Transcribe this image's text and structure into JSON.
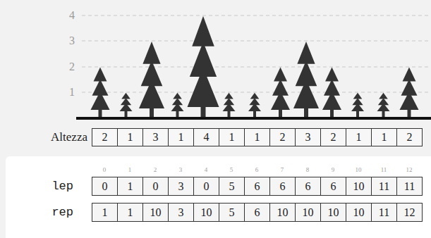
{
  "diagram": {
    "labels": [
      "4",
      "3",
      "2",
      "1",
      "Altezza",
      "2",
      "1",
      "3",
      "1",
      "4",
      "1",
      "1",
      "2",
      "3",
      "2",
      "1",
      "1",
      "2",
      "0",
      "1",
      "2",
      "3",
      "4",
      "5",
      "6",
      "7",
      "8",
      "9",
      "10",
      "11",
      "12",
      "lep",
      "0",
      "1",
      "0",
      "3",
      "0",
      "5",
      "6",
      "6",
      "6",
      "6",
      "10",
      "11",
      "11",
      "rep",
      "1",
      "1",
      "10",
      "3",
      "10",
      "5",
      "6",
      "10",
      "10",
      "10",
      "10",
      "11",
      "12"
    ]
  }
}
